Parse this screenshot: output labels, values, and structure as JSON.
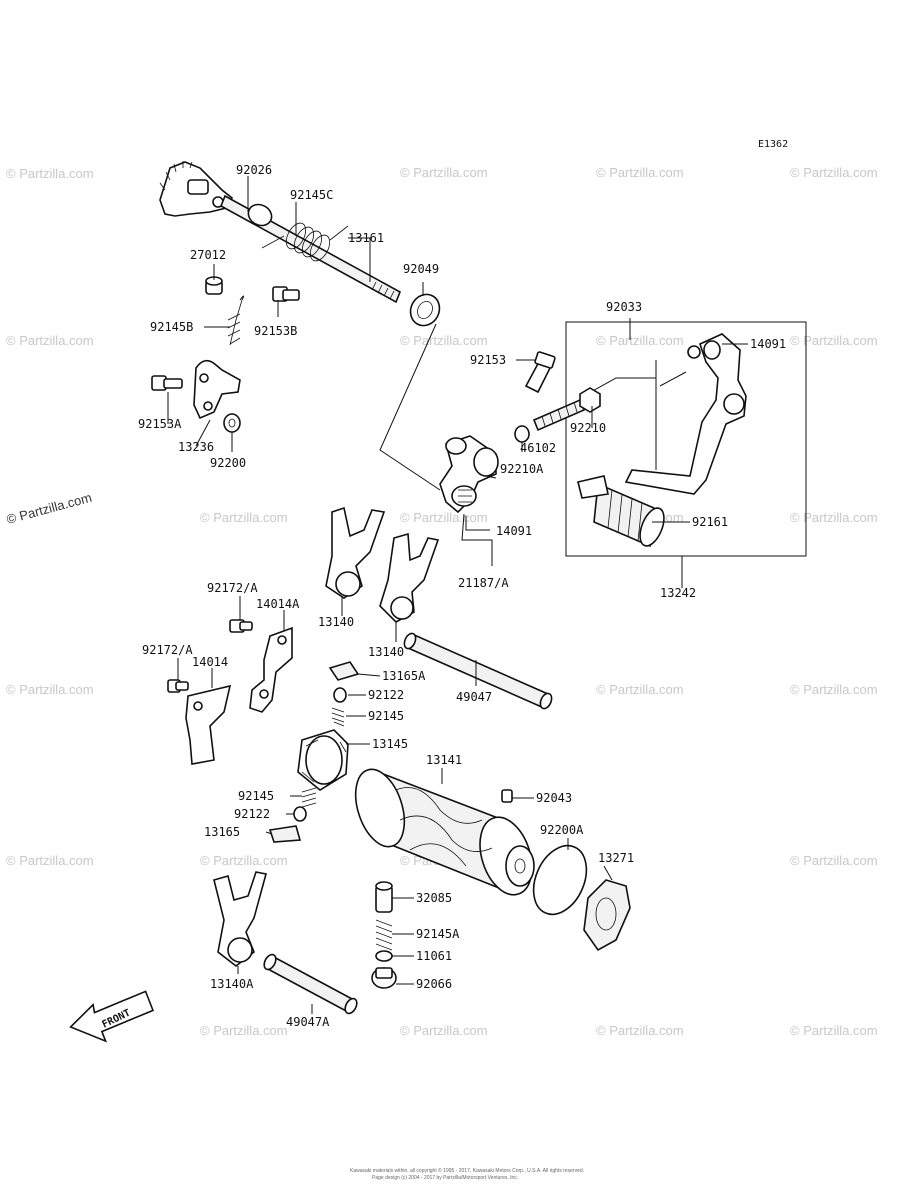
{
  "diagram": {
    "ref_code": "E1362",
    "front_arrow": "FRONT",
    "footer_line1": "Kawasaki materials within, all copyright © 1995 - 2017, Kawasaki Motors Corp., U.S.A. All rights reserved.",
    "footer_line2": "Page design (c) 2004 - 2017 by Partzilla/Motorsport Ventures, Inc.",
    "watermark": "© Partzilla.com",
    "parts": {
      "p92026": "92026",
      "p92145C": "92145C",
      "p13161": "13161",
      "p27012": "27012",
      "p92049": "92049",
      "p92145B": "92145B",
      "p92153B": "92153B",
      "p92033": "92033",
      "p14091_top": "14091",
      "p92153": "92153",
      "p92153A": "92153A",
      "p13236": "13236",
      "p92200": "92200",
      "p92210": "92210",
      "p46102": "46102",
      "p92210A": "92210A",
      "p14091": "14091",
      "p92161": "92161",
      "p21187A": "21187/A",
      "p13242": "13242",
      "p92172A_1": "92172/A",
      "p14014A": "14014A",
      "p13140_1": "13140",
      "p13140_2": "13140",
      "p92172A_2": "92172/A",
      "p14014": "14014",
      "p13165A": "13165A",
      "p92122_1": "92122",
      "p49047": "49047",
      "p92145_1": "92145",
      "p13145": "13145",
      "p13141": "13141",
      "p92145_2": "92145",
      "p92043": "92043",
      "p92122_2": "92122",
      "p92200A": "92200A",
      "p13165": "13165",
      "p13271": "13271",
      "p32085": "32085",
      "p92145A": "92145A",
      "p11061": "11061",
      "p13140A": "13140A",
      "p92066": "92066",
      "p49047A": "49047A"
    }
  }
}
